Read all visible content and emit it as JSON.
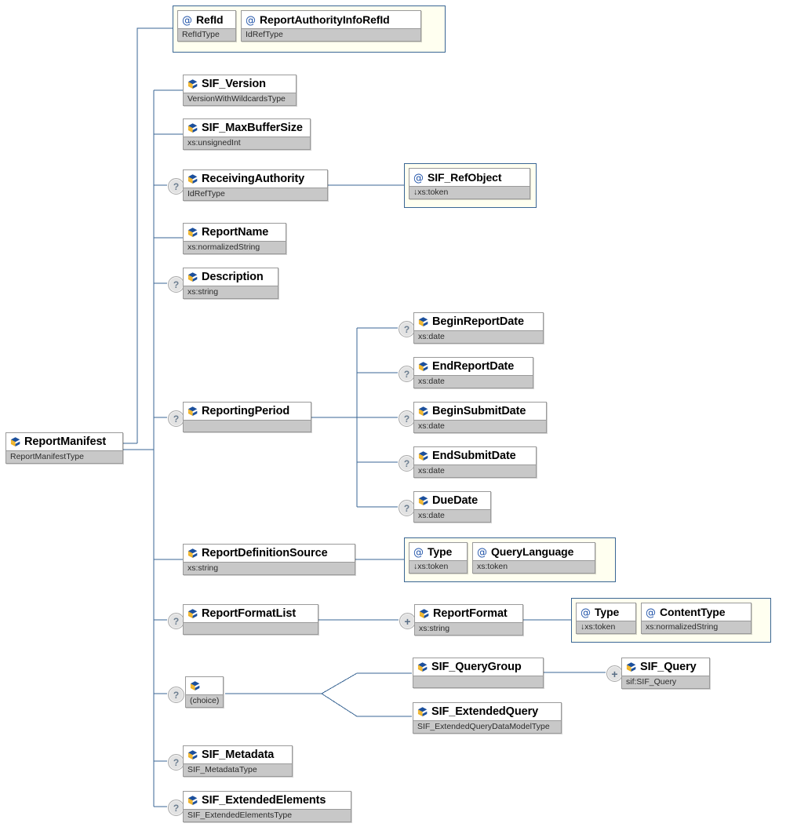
{
  "diagram": {
    "title": "ReportManifest XSD element diagram",
    "colors": {
      "connector": "#3a6694",
      "type_row": "#c8c8c8",
      "attr_container": "#fffff0",
      "attr_container_border": "#3a6694",
      "node_border": "#9a9a9a",
      "marker_fill": "#e2e2e2",
      "marker_text": "#6d7f91"
    },
    "root": {
      "name": "ReportManifest",
      "type": "ReportManifestType",
      "icon": "element-icon"
    },
    "attribute_group_root": {
      "icon": "attribute-group",
      "attributes": [
        {
          "name": "RefId",
          "type": "RefIdType",
          "icon": "attribute-icon"
        },
        {
          "name": "ReportAuthorityInfoRefId",
          "type": "IdRefType",
          "icon": "attribute-icon"
        }
      ]
    },
    "children": [
      {
        "name": "SIF_Version",
        "type": "VersionWithWildcardsType",
        "icon": "element-icon",
        "occurrence": ""
      },
      {
        "name": "SIF_MaxBufferSize",
        "type": "xs:unsignedInt",
        "icon": "element-icon",
        "occurrence": ""
      },
      {
        "name": "ReceivingAuthority",
        "type": "IdRefType",
        "icon": "element-icon",
        "occurrence": "?"
      },
      {
        "name": "ReportName",
        "type": "xs:normalizedString",
        "icon": "element-icon",
        "occurrence": ""
      },
      {
        "name": "Description",
        "type": "xs:string",
        "icon": "element-icon",
        "occurrence": "?"
      },
      {
        "name": "ReportingPeriod",
        "type": "",
        "icon": "element-icon",
        "occurrence": "?"
      },
      {
        "name": "ReportDefinitionSource",
        "type": "xs:string",
        "icon": "element-icon",
        "occurrence": ""
      },
      {
        "name": "ReportFormatList",
        "type": "",
        "icon": "element-icon",
        "occurrence": "?"
      },
      {
        "name": "(choice)",
        "type": "(choice)",
        "icon": "element-icon",
        "occurrence": "?"
      },
      {
        "name": "SIF_Metadata",
        "type": "SIF_MetadataType",
        "icon": "element-icon",
        "occurrence": "?"
      },
      {
        "name": "SIF_ExtendedElements",
        "type": "SIF_ExtendedElementsType",
        "icon": "element-icon",
        "occurrence": "?"
      }
    ],
    "receiving_authority_attrs": [
      {
        "name": "SIF_RefObject",
        "type": "↓xs:token",
        "icon": "attribute-icon"
      }
    ],
    "reporting_period_children": [
      {
        "name": "BeginReportDate",
        "type": "xs:date",
        "icon": "element-icon",
        "occurrence": "?"
      },
      {
        "name": "EndReportDate",
        "type": "xs:date",
        "icon": "element-icon",
        "occurrence": "?"
      },
      {
        "name": "BeginSubmitDate",
        "type": "xs:date",
        "icon": "element-icon",
        "occurrence": "?"
      },
      {
        "name": "EndSubmitDate",
        "type": "xs:date",
        "icon": "element-icon",
        "occurrence": "?"
      },
      {
        "name": "DueDate",
        "type": "xs:date",
        "icon": "element-icon",
        "occurrence": "?"
      }
    ],
    "report_definition_source_attrs": [
      {
        "name": "Type",
        "type": "↓xs:token",
        "icon": "attribute-icon"
      },
      {
        "name": "QueryLanguage",
        "type": "xs:token",
        "icon": "attribute-icon"
      }
    ],
    "report_format": {
      "name": "ReportFormat",
      "type": "xs:string",
      "icon": "element-icon",
      "occurrence": "+"
    },
    "report_format_attrs": [
      {
        "name": "Type",
        "type": "↓xs:token",
        "icon": "attribute-icon"
      },
      {
        "name": "ContentType",
        "type": "xs:normalizedString",
        "icon": "attribute-icon"
      }
    ],
    "choice_children": [
      {
        "name": "SIF_QueryGroup",
        "type": "",
        "icon": "element-icon",
        "occurrence": ""
      },
      {
        "name": "SIF_ExtendedQuery",
        "type": "SIF_ExtendedQueryDataModelType",
        "icon": "element-icon",
        "occurrence": ""
      }
    ],
    "sif_query": {
      "name": "SIF_Query",
      "type": "sif:SIF_Query",
      "icon": "element-icon",
      "occurrence": "+"
    }
  }
}
